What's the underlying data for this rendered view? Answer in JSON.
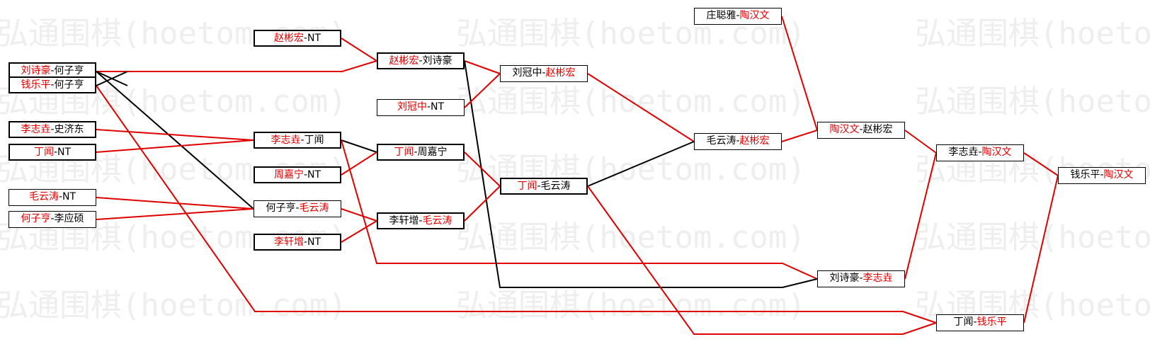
{
  "watermark": "弘通围棋(hoetom.com)",
  "colors": {
    "win": "#e00000",
    "loss": "#000000",
    "watermark": "#eeeeee"
  },
  "games": {
    "g01": {
      "a": "刘诗豪",
      "b": "何子亨",
      "winner": "a"
    },
    "g02": {
      "a": "钱乐平",
      "b": "何子亨",
      "winner": "a"
    },
    "g03": {
      "a": "李志垚",
      "b": "史济东",
      "winner": "a"
    },
    "g04": {
      "a": "丁闻",
      "b": "NT",
      "winner": "a"
    },
    "g05": {
      "a": "毛云涛",
      "b": "NT",
      "winner": "a"
    },
    "g06": {
      "a": "何子亨",
      "b": "李应硕",
      "winner": "a"
    },
    "g07": {
      "a": "赵彬宏",
      "b": "NT",
      "winner": "a"
    },
    "g08": {
      "a": "李志垚",
      "b": "丁闻",
      "winner": "a"
    },
    "g09": {
      "a": "周嘉宁",
      "b": "NT",
      "winner": "a"
    },
    "g10": {
      "a": "何子亨",
      "b": "毛云涛",
      "winner": "b"
    },
    "g11": {
      "a": "李轩增",
      "b": "NT",
      "winner": "a"
    },
    "g12": {
      "a": "赵彬宏",
      "b": "刘诗豪",
      "winner": "a"
    },
    "g13": {
      "a": "刘冠中",
      "b": "NT",
      "winner": "a"
    },
    "g14": {
      "a": "丁闻",
      "b": "周嘉宁",
      "winner": "a"
    },
    "g15": {
      "a": "李轩增",
      "b": "毛云涛",
      "winner": "b"
    },
    "g16": {
      "a": "刘冠中",
      "b": "赵彬宏",
      "winner": "b"
    },
    "g17": {
      "a": "丁闻",
      "b": "毛云涛",
      "winner": "a"
    },
    "g18": {
      "a": "庄聪雅",
      "b": "陶汉文",
      "winner": "b"
    },
    "g19": {
      "a": "毛云涛",
      "b": "赵彬宏",
      "winner": "b"
    },
    "g20": {
      "a": "陶汉文",
      "b": "赵彬宏",
      "winner": "a"
    },
    "g21": {
      "a": "李志垚",
      "b": "陶汉文",
      "winner": "b"
    },
    "g22": {
      "a": "钱乐平",
      "b": "陶汉文",
      "winner": "b"
    },
    "g23": {
      "a": "刘诗豪",
      "b": "李志垚",
      "winner": "b"
    },
    "g24": {
      "a": "丁闻",
      "b": "钱乐平",
      "winner": "b"
    }
  }
}
